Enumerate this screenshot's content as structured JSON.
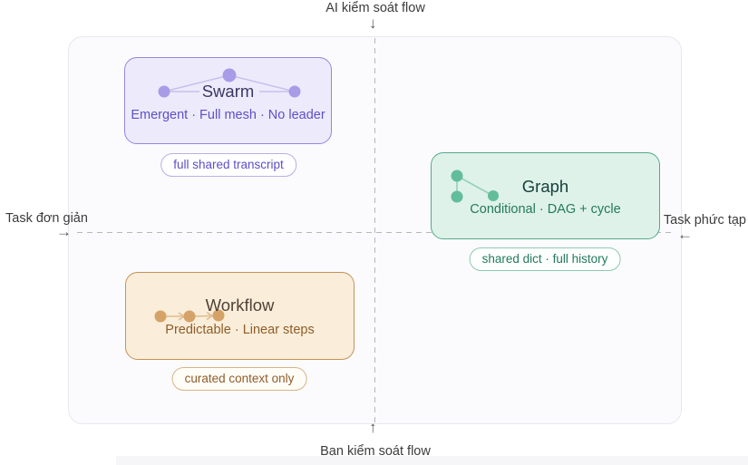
{
  "axes": {
    "top": {
      "label": "AI kiểm soát flow",
      "arrow": "↓"
    },
    "bottom": {
      "label": "Bạn kiểm soát flow",
      "arrow": "↑"
    },
    "left": {
      "label": "Task đơn giản",
      "arrow": "→"
    },
    "right": {
      "label": "Task phức tạp",
      "arrow": "←"
    }
  },
  "cards": {
    "swarm": {
      "title": "Swarm",
      "subtitle": "Emergent · Full mesh · No leader",
      "badge": "full shared transcript",
      "icon": "mesh-network-icon",
      "colors": {
        "background": "#edebfb",
        "border": "#9087dc",
        "title": "#3b3663",
        "accent": "#5b50c8",
        "node": "#a89ce7"
      }
    },
    "graph": {
      "title": "Graph",
      "subtitle": "Conditional · DAG + cycle",
      "badge": "shared dict · full history",
      "icon": "dag-nodes-icon",
      "colors": {
        "background": "#def2e9",
        "border": "#56a98c",
        "title": "#16403c",
        "accent": "#24795d",
        "node": "#62bd9a"
      }
    },
    "workflow": {
      "title": "Workflow",
      "subtitle": "Predictable · Linear steps",
      "badge": "curated context only",
      "icon": "linear-steps-icon",
      "colors": {
        "background": "#faeeda",
        "border": "#c49158",
        "title": "#514136",
        "accent": "#8f5c28",
        "node": "#d5a268"
      }
    }
  },
  "canvas": {
    "background": "#fbfbfd",
    "border": "#e7e7ee",
    "dash_color": "#b6b6bf",
    "axis_text_color": "#3c3c3c"
  }
}
